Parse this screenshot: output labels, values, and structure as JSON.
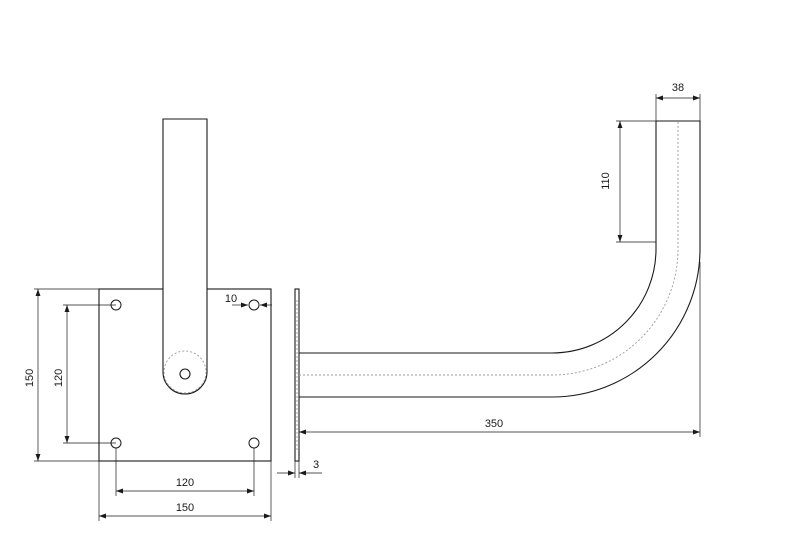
{
  "dimensions": {
    "plate_width": "150",
    "plate_height": "150",
    "hole_spacing_horizontal": "120",
    "hole_spacing_vertical": "120",
    "hole_offset": "10",
    "plate_thickness": "3",
    "arm_length": "350",
    "tube_diameter": "38",
    "vertical_leg": "110"
  }
}
